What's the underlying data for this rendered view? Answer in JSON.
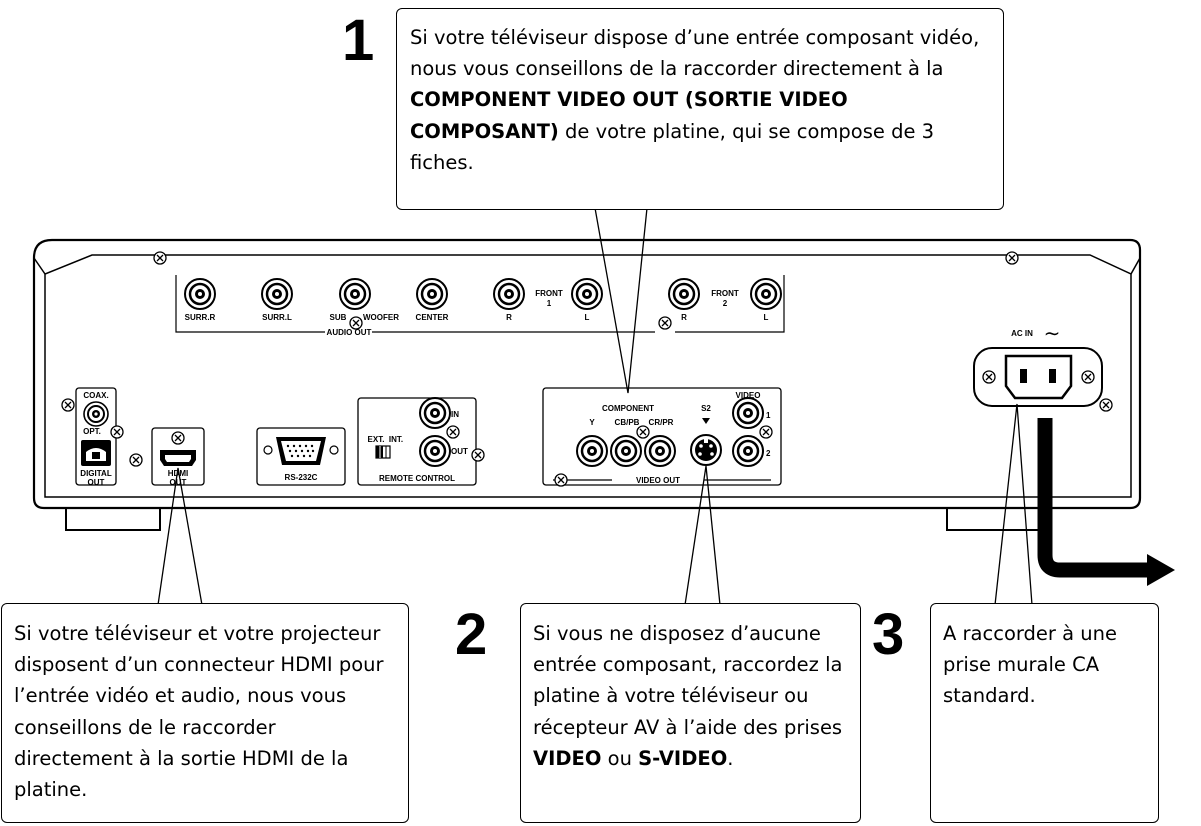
{
  "callouts": {
    "c1": {
      "num": "1",
      "t1": "Si votre téléviseur dispose d’une entrée composant vidéo, nous vous conseillons de la raccorder directement à la ",
      "b1": "COMPONENT VIDEO OUT (SORTIE VIDEO COMPOSANT)",
      "t2": " de votre platine, qui se compose de 3 fiches."
    },
    "c2": {
      "num": "2",
      "t1": "Si vous ne disposez d’aucune entrée composant, raccordez la platine à votre téléviseur ou récepteur AV à l’aide des prises ",
      "b1": "VIDEO",
      "t2": " ou ",
      "b2": "S-VIDEO",
      "t3": "."
    },
    "c3": {
      "num": "3",
      "t1": "A raccorder à une prise murale CA standard."
    },
    "c4": {
      "t1": "Si votre téléviseur et votre projecteur disposent d’un connecteur HDMI pour l’entrée vidéo et audio, nous vous conseillons de le raccorder directement à la sortie HDMI de la platine."
    }
  },
  "panel": {
    "audio_out": {
      "group": "AUDIO OUT",
      "surr_r": "SURR.R",
      "surr_l": "SURR.L",
      "sub": "SUB",
      "woofer": "WOOFER",
      "center": "CENTER",
      "front": "FRONT",
      "one": "1",
      "two": "2",
      "r": "R",
      "l": "L"
    },
    "digital": {
      "coax": "COAX.",
      "opt": "OPT.",
      "digital": "DIGITAL",
      "out": "OUT"
    },
    "hdmi": {
      "hdmi": "HDMI",
      "out": "OUT"
    },
    "rs232c": "RS-232C",
    "remote": {
      "ext": "EXT.",
      "int": "INT.",
      "in": "IN",
      "out": "OUT",
      "group": "REMOTE CONTROL"
    },
    "video_out": {
      "component": "COMPONENT",
      "y": "Y",
      "cb": "CB/PB",
      "cr": "CR/PR",
      "s2": "S2",
      "video": "VIDEO",
      "one": "1",
      "two": "2",
      "group": "VIDEO OUT"
    },
    "ac_in": "AC IN",
    "ac_symbol": "∼"
  }
}
